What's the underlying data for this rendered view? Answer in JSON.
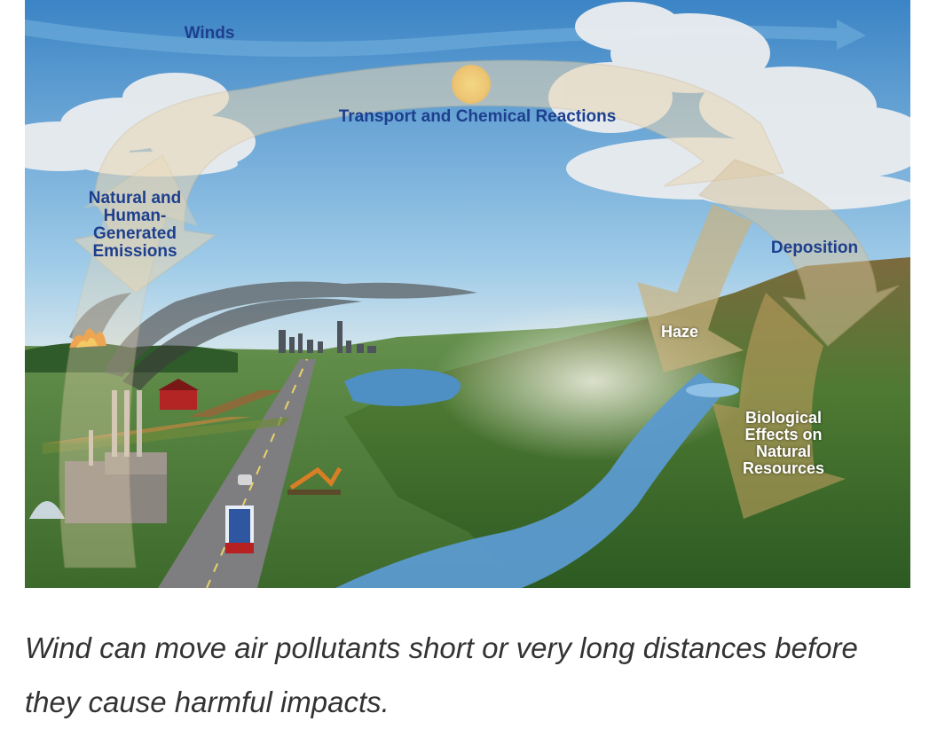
{
  "diagram": {
    "labels": {
      "winds": "Winds",
      "transport": "Transport and Chemical Reactions",
      "emissions": "Natural and Human-Generated Emissions",
      "deposition": "Deposition",
      "haze": "Haze",
      "biological": "Biological Effects on Natural Resources"
    },
    "colors": {
      "label_blue": "#1d3f8e",
      "sky_top": "#3f86c6",
      "arrow_fill": "#e8d9bc"
    }
  },
  "caption": "Wind can move air pollutants short or very long distances before they cause harmful impacts."
}
